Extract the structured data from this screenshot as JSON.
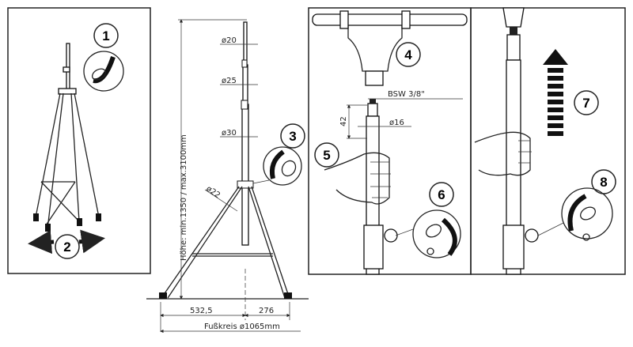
{
  "steps": [
    "1",
    "2",
    "3",
    "4",
    "5",
    "6",
    "7",
    "8"
  ],
  "dimensions": {
    "height": "Höhe: min.1350 / max.3100mm",
    "d20": "ø20",
    "d25": "ø25",
    "d30": "ø30",
    "d22": "ø22",
    "left_base": "532,5",
    "right_base": "276",
    "foot_circle": "Fußkreis ø1065mm",
    "thread": "BSW 3/8\"",
    "spigot_len": "42",
    "d16": "ø16"
  }
}
